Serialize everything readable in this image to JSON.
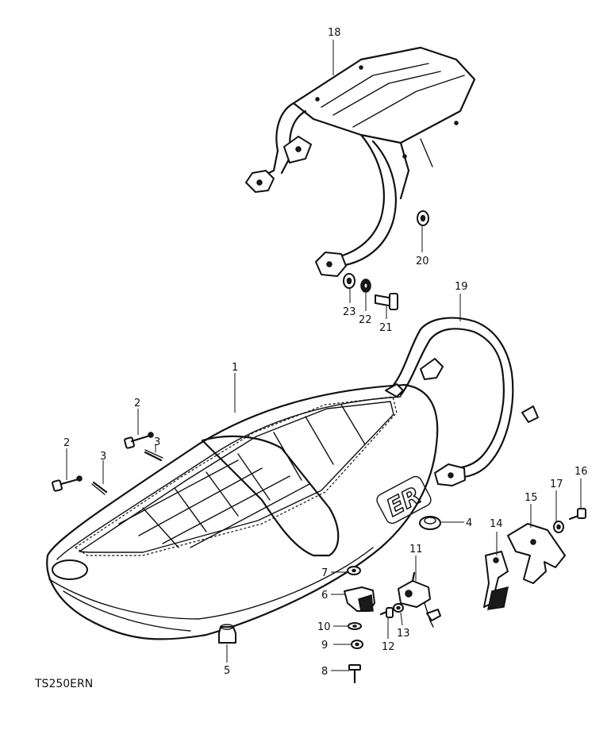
{
  "model_code": "TS250ERN",
  "callouts": {
    "c1": "1",
    "c2a": "2",
    "c2b": "2",
    "c3a": "3",
    "c3b": "3",
    "c4": "4",
    "c5": "5",
    "c6": "6",
    "c7": "7",
    "c8": "8",
    "c9": "9",
    "c10": "10",
    "c11": "11",
    "c12": "12",
    "c13": "13",
    "c14": "14",
    "c15": "15",
    "c16": "16",
    "c17": "17",
    "c18": "18",
    "c19": "19",
    "c20": "20",
    "c21": "21",
    "c22": "22",
    "c23": "23"
  },
  "seat_logo": "ER"
}
